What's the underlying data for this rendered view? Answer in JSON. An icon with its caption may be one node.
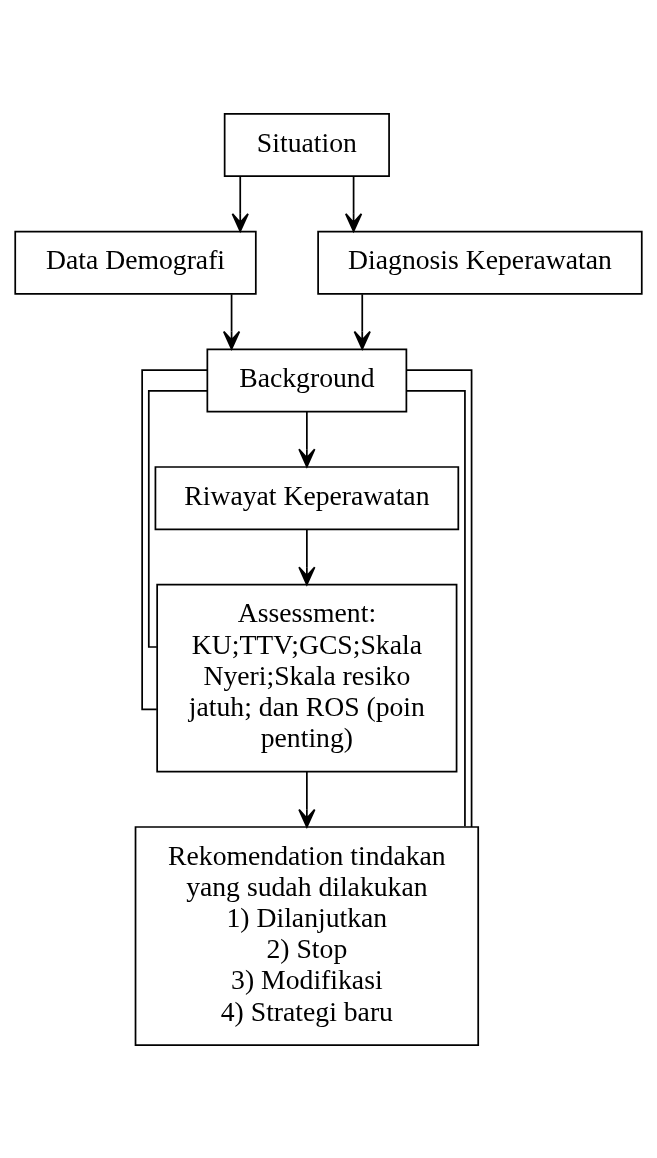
{
  "diagram": {
    "nodes": [
      {
        "text": [
          "Situation"
        ]
      },
      {
        "text": [
          "Data Demografi"
        ]
      },
      {
        "text": [
          "Diagnosis Keperawatan"
        ]
      },
      {
        "text": [
          "Background"
        ]
      },
      {
        "text": [
          "Riwayat Keperawatan"
        ]
      },
      {
        "text": [
          "Assessment:",
          "KU;TTV;GCS;Skala Nyeri;Skala resiko jatuh; dan ROS (poin penting)"
        ]
      },
      {
        "text": [
          "Rekomendation tindakan yang sudah dilakukan",
          "1) Dilanjutkan",
          "2) Stop",
          "3) Modifikasi",
          "4) Strategi baru"
        ]
      }
    ],
    "edges": [
      {
        "from": 0,
        "to": 1,
        "arrow": "to"
      },
      {
        "from": 0,
        "to": 2,
        "arrow": "to"
      },
      {
        "from": 1,
        "to": 3,
        "arrow": "to"
      },
      {
        "from": 2,
        "to": 3,
        "arrow": "to"
      },
      {
        "from": 3,
        "to": 4,
        "arrow": "to"
      },
      {
        "from": 4,
        "to": 5,
        "arrow": "to"
      },
      {
        "from": 5,
        "to": 6,
        "arrow": "to"
      },
      {
        "from": 3,
        "to": 5,
        "arrow": "none"
      },
      {
        "from": 3,
        "to": 5,
        "arrow": "none"
      },
      {
        "from": 3,
        "to": 6,
        "arrow": "none"
      },
      {
        "from": 3,
        "to": 6,
        "arrow": "none"
      }
    ]
  }
}
